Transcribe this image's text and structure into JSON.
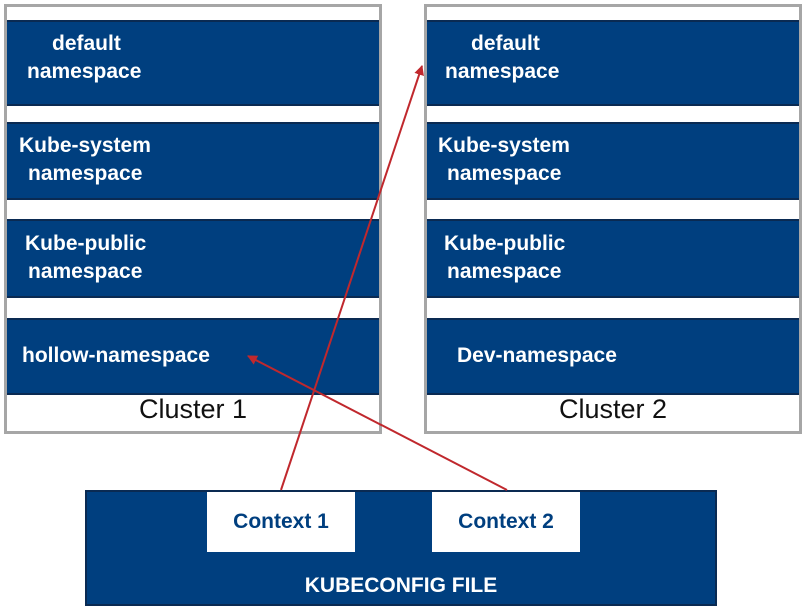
{
  "clusters": [
    {
      "label": "Cluster 1",
      "namespaces": [
        {
          "line1": "default",
          "line2": "namespace"
        },
        {
          "line1": "Kube-system",
          "line2": "namespace"
        },
        {
          "line1": "Kube-public",
          "line2": "namespace"
        },
        {
          "line1": "hollow-namespace"
        }
      ]
    },
    {
      "label": "Cluster 2",
      "namespaces": [
        {
          "line1": "default",
          "line2": "namespace"
        },
        {
          "line1": "Kube-system",
          "line2": "namespace"
        },
        {
          "line1": "Kube-public",
          "line2": "namespace"
        },
        {
          "line1": "Dev-namespace"
        }
      ]
    }
  ],
  "kubeconfig": {
    "label": "KUBECONFIG FILE",
    "contexts": [
      "Context 1",
      "Context 2"
    ]
  },
  "colors": {
    "namespace_fill": "#003f7f",
    "namespace_text": "#ffffff",
    "arrow": "#c0282d",
    "cluster_border": "#a6a6a6"
  }
}
